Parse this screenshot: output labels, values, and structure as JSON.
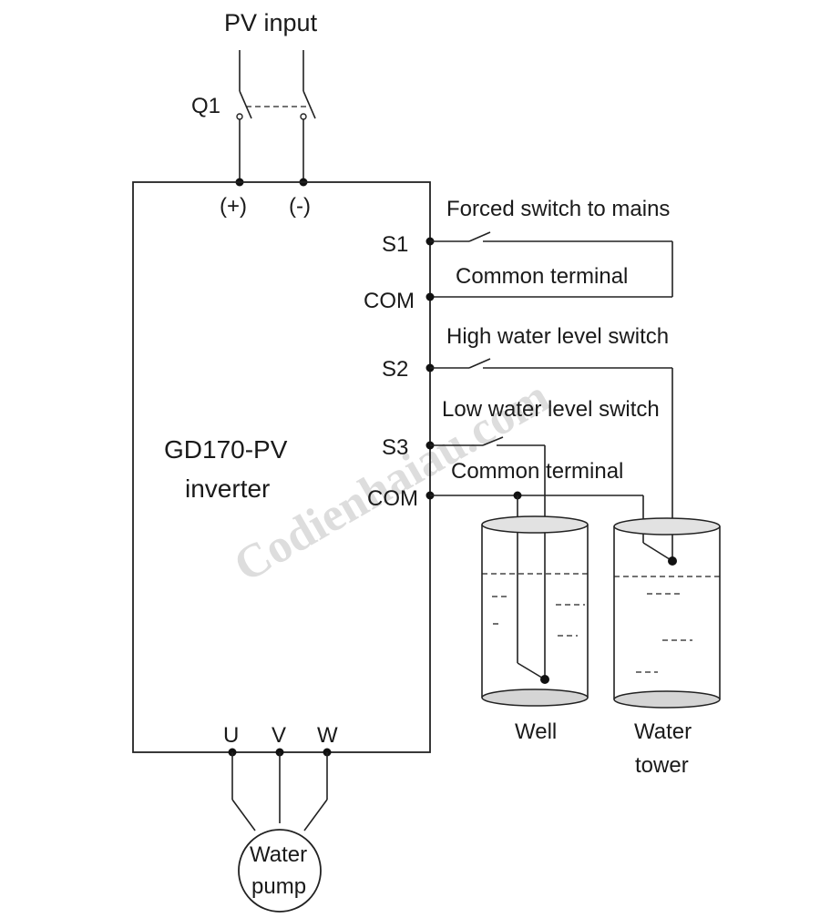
{
  "pv": {
    "title": "PV input",
    "breaker": "Q1",
    "pos": "(+)",
    "neg": "(-)"
  },
  "inverter": {
    "line1": "GD170-PV",
    "line2": "inverter"
  },
  "terminals": {
    "s1": "S1",
    "com1": "COM",
    "s2": "S2",
    "s3": "S3",
    "com2": "COM",
    "u": "U",
    "v": "V",
    "w": "W"
  },
  "labels": {
    "forced": "Forced switch to mains",
    "common1": "Common terminal",
    "high": "High water level switch",
    "low": "Low water level switch",
    "common2": "Common terminal"
  },
  "tanks": {
    "well": "Well",
    "tower1": "Water",
    "tower2": "tower"
  },
  "pump": {
    "line1": "Water",
    "line2": "pump"
  },
  "watermark": "Codienhaiau.com"
}
